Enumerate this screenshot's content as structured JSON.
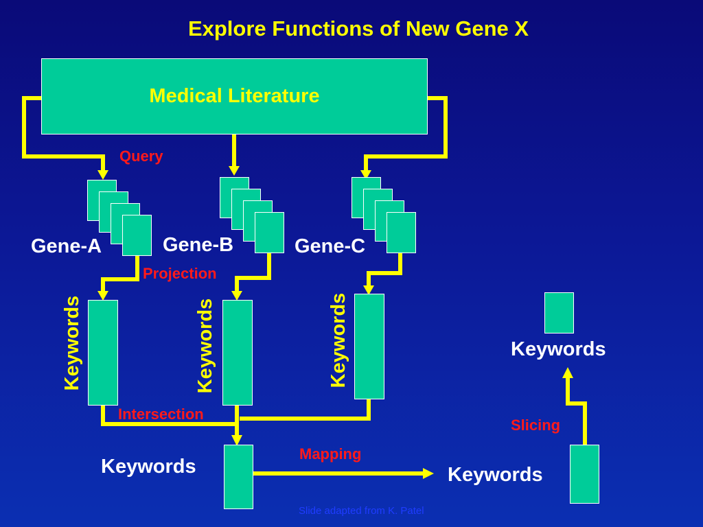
{
  "title": "Explore Functions of New Gene X",
  "source": "Medical Literature",
  "genes": [
    "Gene-A",
    "Gene-B",
    "Gene-C"
  ],
  "keyword_label": "Keywords",
  "operations": {
    "query": "Query",
    "projection": "Projection",
    "intersection": "Intersection",
    "mapping": "Mapping",
    "slicing": "Slicing"
  },
  "credit": "Slide adapted from K. Patel",
  "colors": {
    "box_fill": "#00cc99",
    "arrow": "#ffff00",
    "label": "#ffff00",
    "operation": "#ff1a1a"
  }
}
